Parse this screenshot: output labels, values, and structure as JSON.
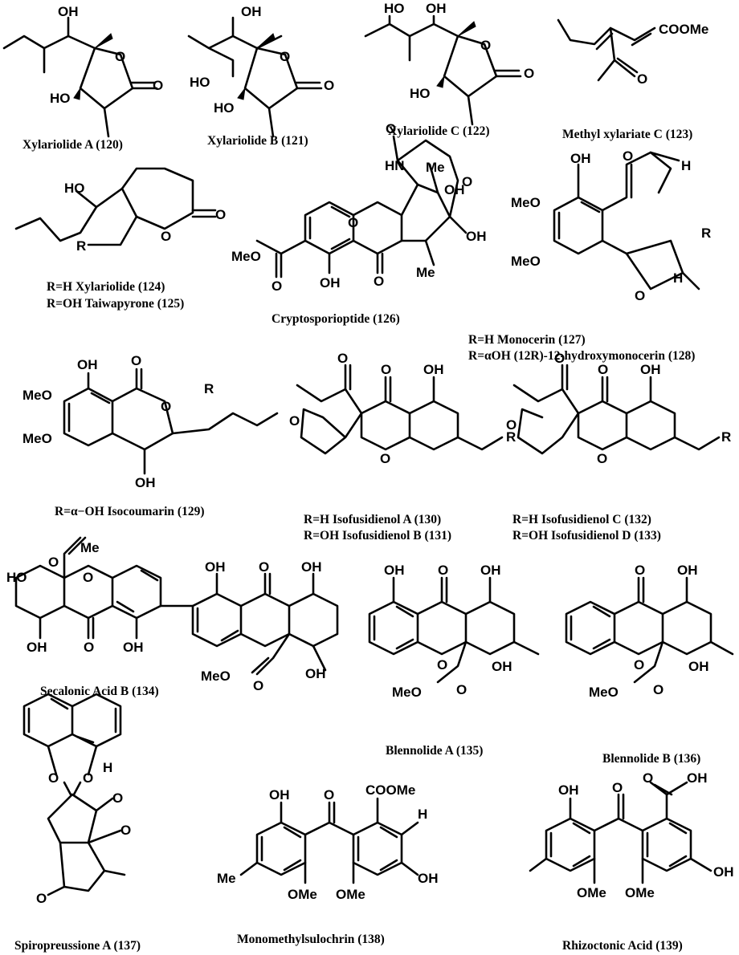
{
  "compounds": [
    {
      "name": "Xylariolide A (120)"
    },
    {
      "name": "Xylariolide B (121)"
    },
    {
      "name": "Xylariolide C (122)"
    },
    {
      "name": "Methyl xylariate C (123)"
    },
    {
      "names": [
        "R=H  Xylariolide (124)",
        "R=OH  Taiwapyrone (125)"
      ]
    },
    {
      "name": "Cryptosporioptide (126)"
    },
    {
      "names": [
        "R=H Monocerin (127)",
        "R=αOH (12R)-12-hydroxymonocerin (128)"
      ]
    },
    {
      "name": "R=α−OH Isocoumarin (129)"
    },
    {
      "names": [
        "R=H Isofusidienol A (130)",
        "R=OH Isofusidienol B (131)"
      ]
    },
    {
      "names": [
        "R=H Isofusidienol C (132)",
        "R=OH Isofusidienol D (133)"
      ]
    },
    {
      "name": "Secalonic Acid B (134)"
    },
    {
      "name": "Blennolide A (135)"
    },
    {
      "name": "Blennolide B (136)"
    },
    {
      "name": "Spiropreussione A (137)"
    },
    {
      "name": "Monomethylsulochrin (138)"
    },
    {
      "name": "Rhizoctonic Acid (139)"
    }
  ],
  "atoms": {
    "OH": "OH",
    "HO": "HO",
    "O": "O",
    "H": "H",
    "R": "R",
    "Me": "Me",
    "MeO": "MeO",
    "OMe": "OMe",
    "COOMe": "COOMe",
    "HN": "HN"
  }
}
